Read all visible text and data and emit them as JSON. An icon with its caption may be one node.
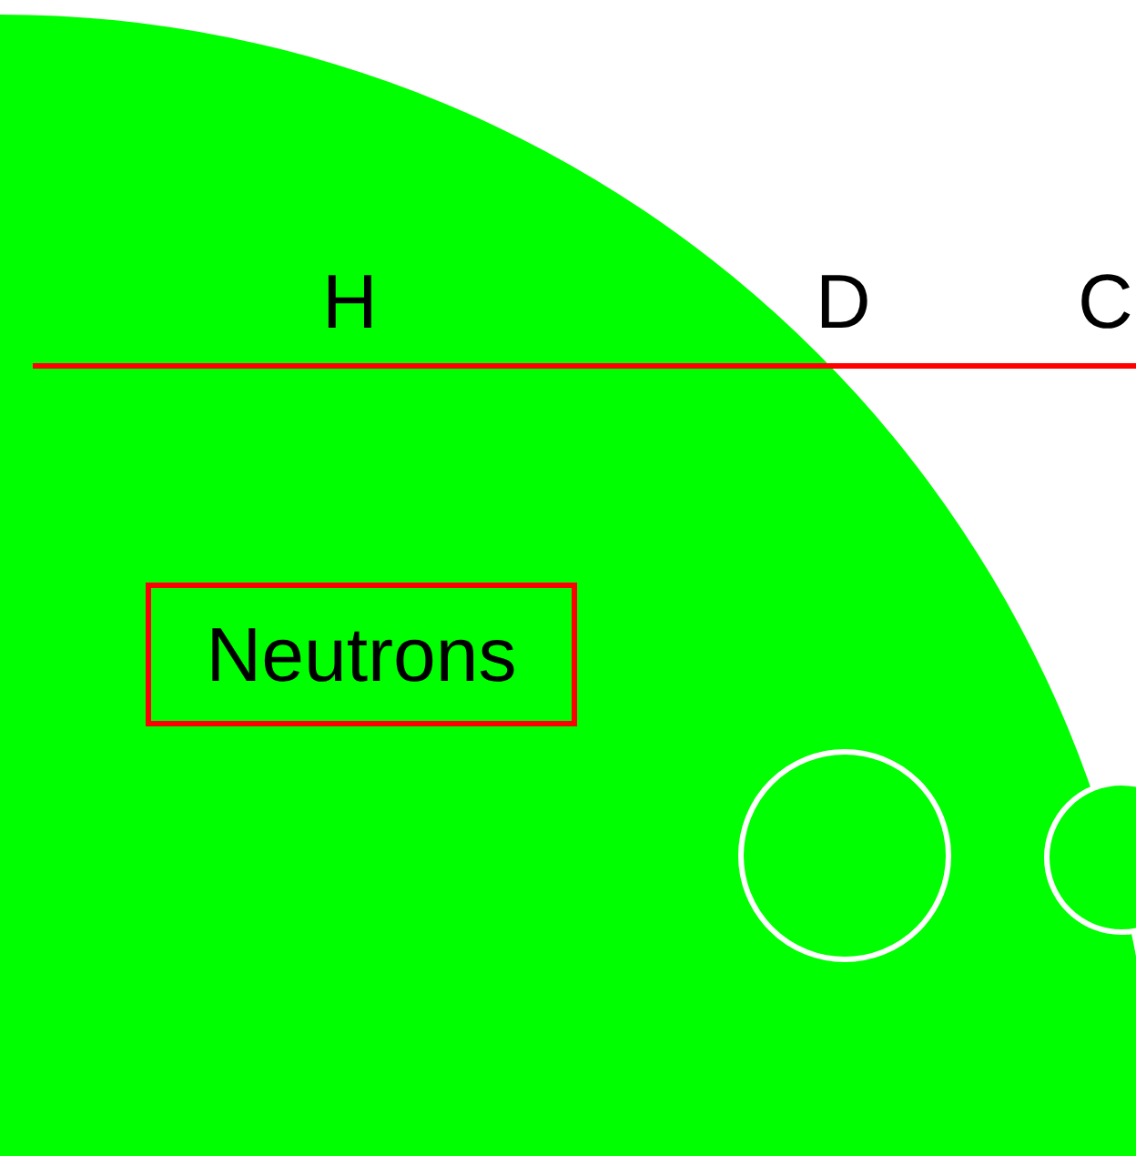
{
  "diagram": {
    "nodes": [
      {
        "text": [
          "Neutrons"
        ]
      },
      {
        "text": [],
        "shape": "circle"
      },
      {
        "text": [],
        "shape": "circle"
      }
    ],
    "labels": [
      "H",
      "D",
      "C"
    ]
  }
}
